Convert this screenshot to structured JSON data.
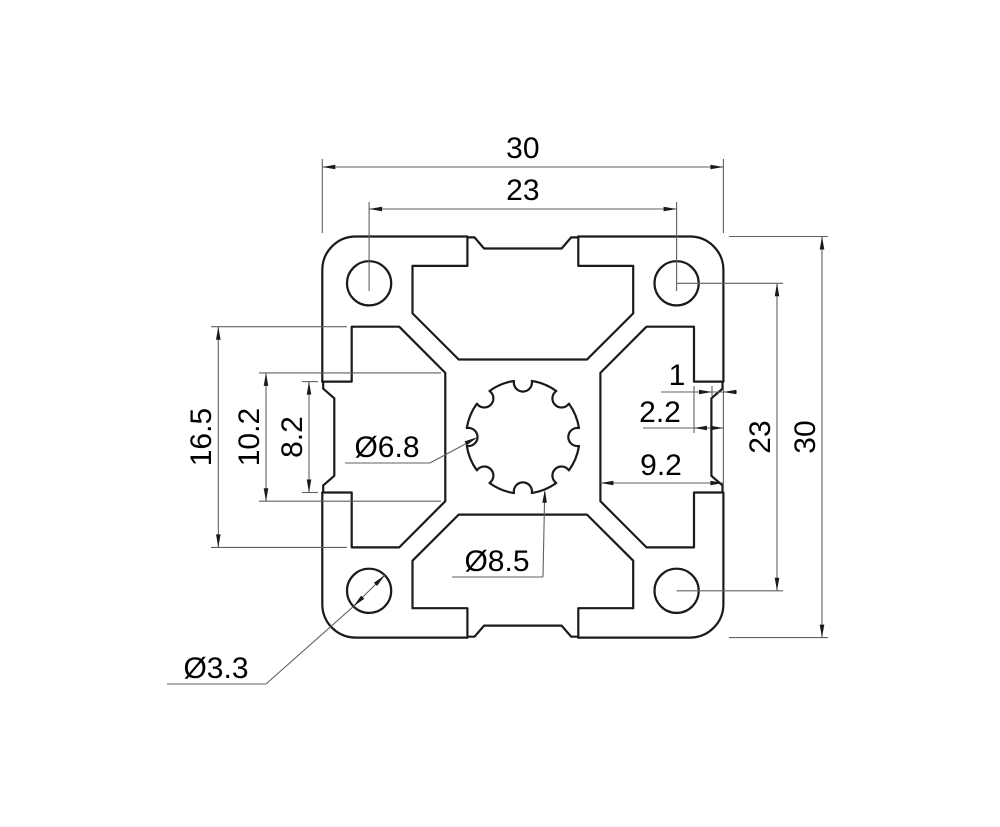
{
  "drawing": {
    "background": "#ffffff",
    "profile_line_color": "#1a1a1a",
    "dim_line_color": "#606060",
    "arrow_color": "#1a1a1a",
    "text_color": "#000000",
    "dimensions": {
      "top_width": {
        "label": "30"
      },
      "top_hole_spacing": {
        "label": "23"
      },
      "right_hole_spacing": {
        "label": "23"
      },
      "right_height": {
        "label": "30"
      },
      "left_slot_span": {
        "label": "16.5"
      },
      "left_slot_floor": {
        "label": "10.2"
      },
      "left_slot_opening": {
        "label": "8.2"
      },
      "slot_lip": {
        "label": "1"
      },
      "slot_wall": {
        "label": "2.2"
      },
      "slot_depth": {
        "label": "9.2"
      },
      "center_bore": {
        "label": "Ø6.8"
      },
      "center_spline": {
        "label": "Ø8.5"
      },
      "corner_hole": {
        "label": "Ø3.3"
      }
    }
  }
}
